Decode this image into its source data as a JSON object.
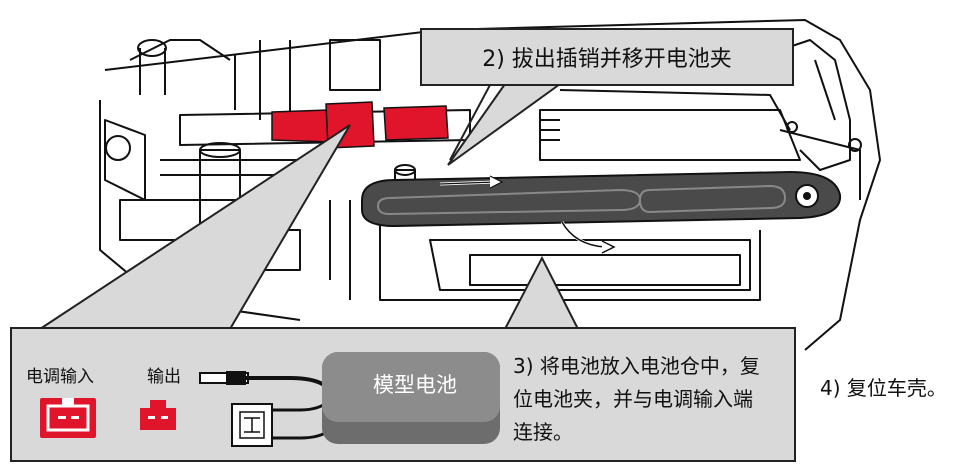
{
  "callout_pin": {
    "text": "2) 拔出插销并移开电池夹"
  },
  "step_insert_battery": {
    "text": "3) 将电池放入电池仓中，复位电池夹，并与电调输入端连接。"
  },
  "step_reset_shell": {
    "text": "4) 复位车壳。"
  },
  "esc_input": {
    "label": "电调输入"
  },
  "esc_output": {
    "label": "输出"
  },
  "battery": {
    "label": "模型电池"
  },
  "colors": {
    "highlight": "#e0152b",
    "panel": "#d9d9d9",
    "battery": "#8c8c8c",
    "frame": "#4a4a4a"
  }
}
